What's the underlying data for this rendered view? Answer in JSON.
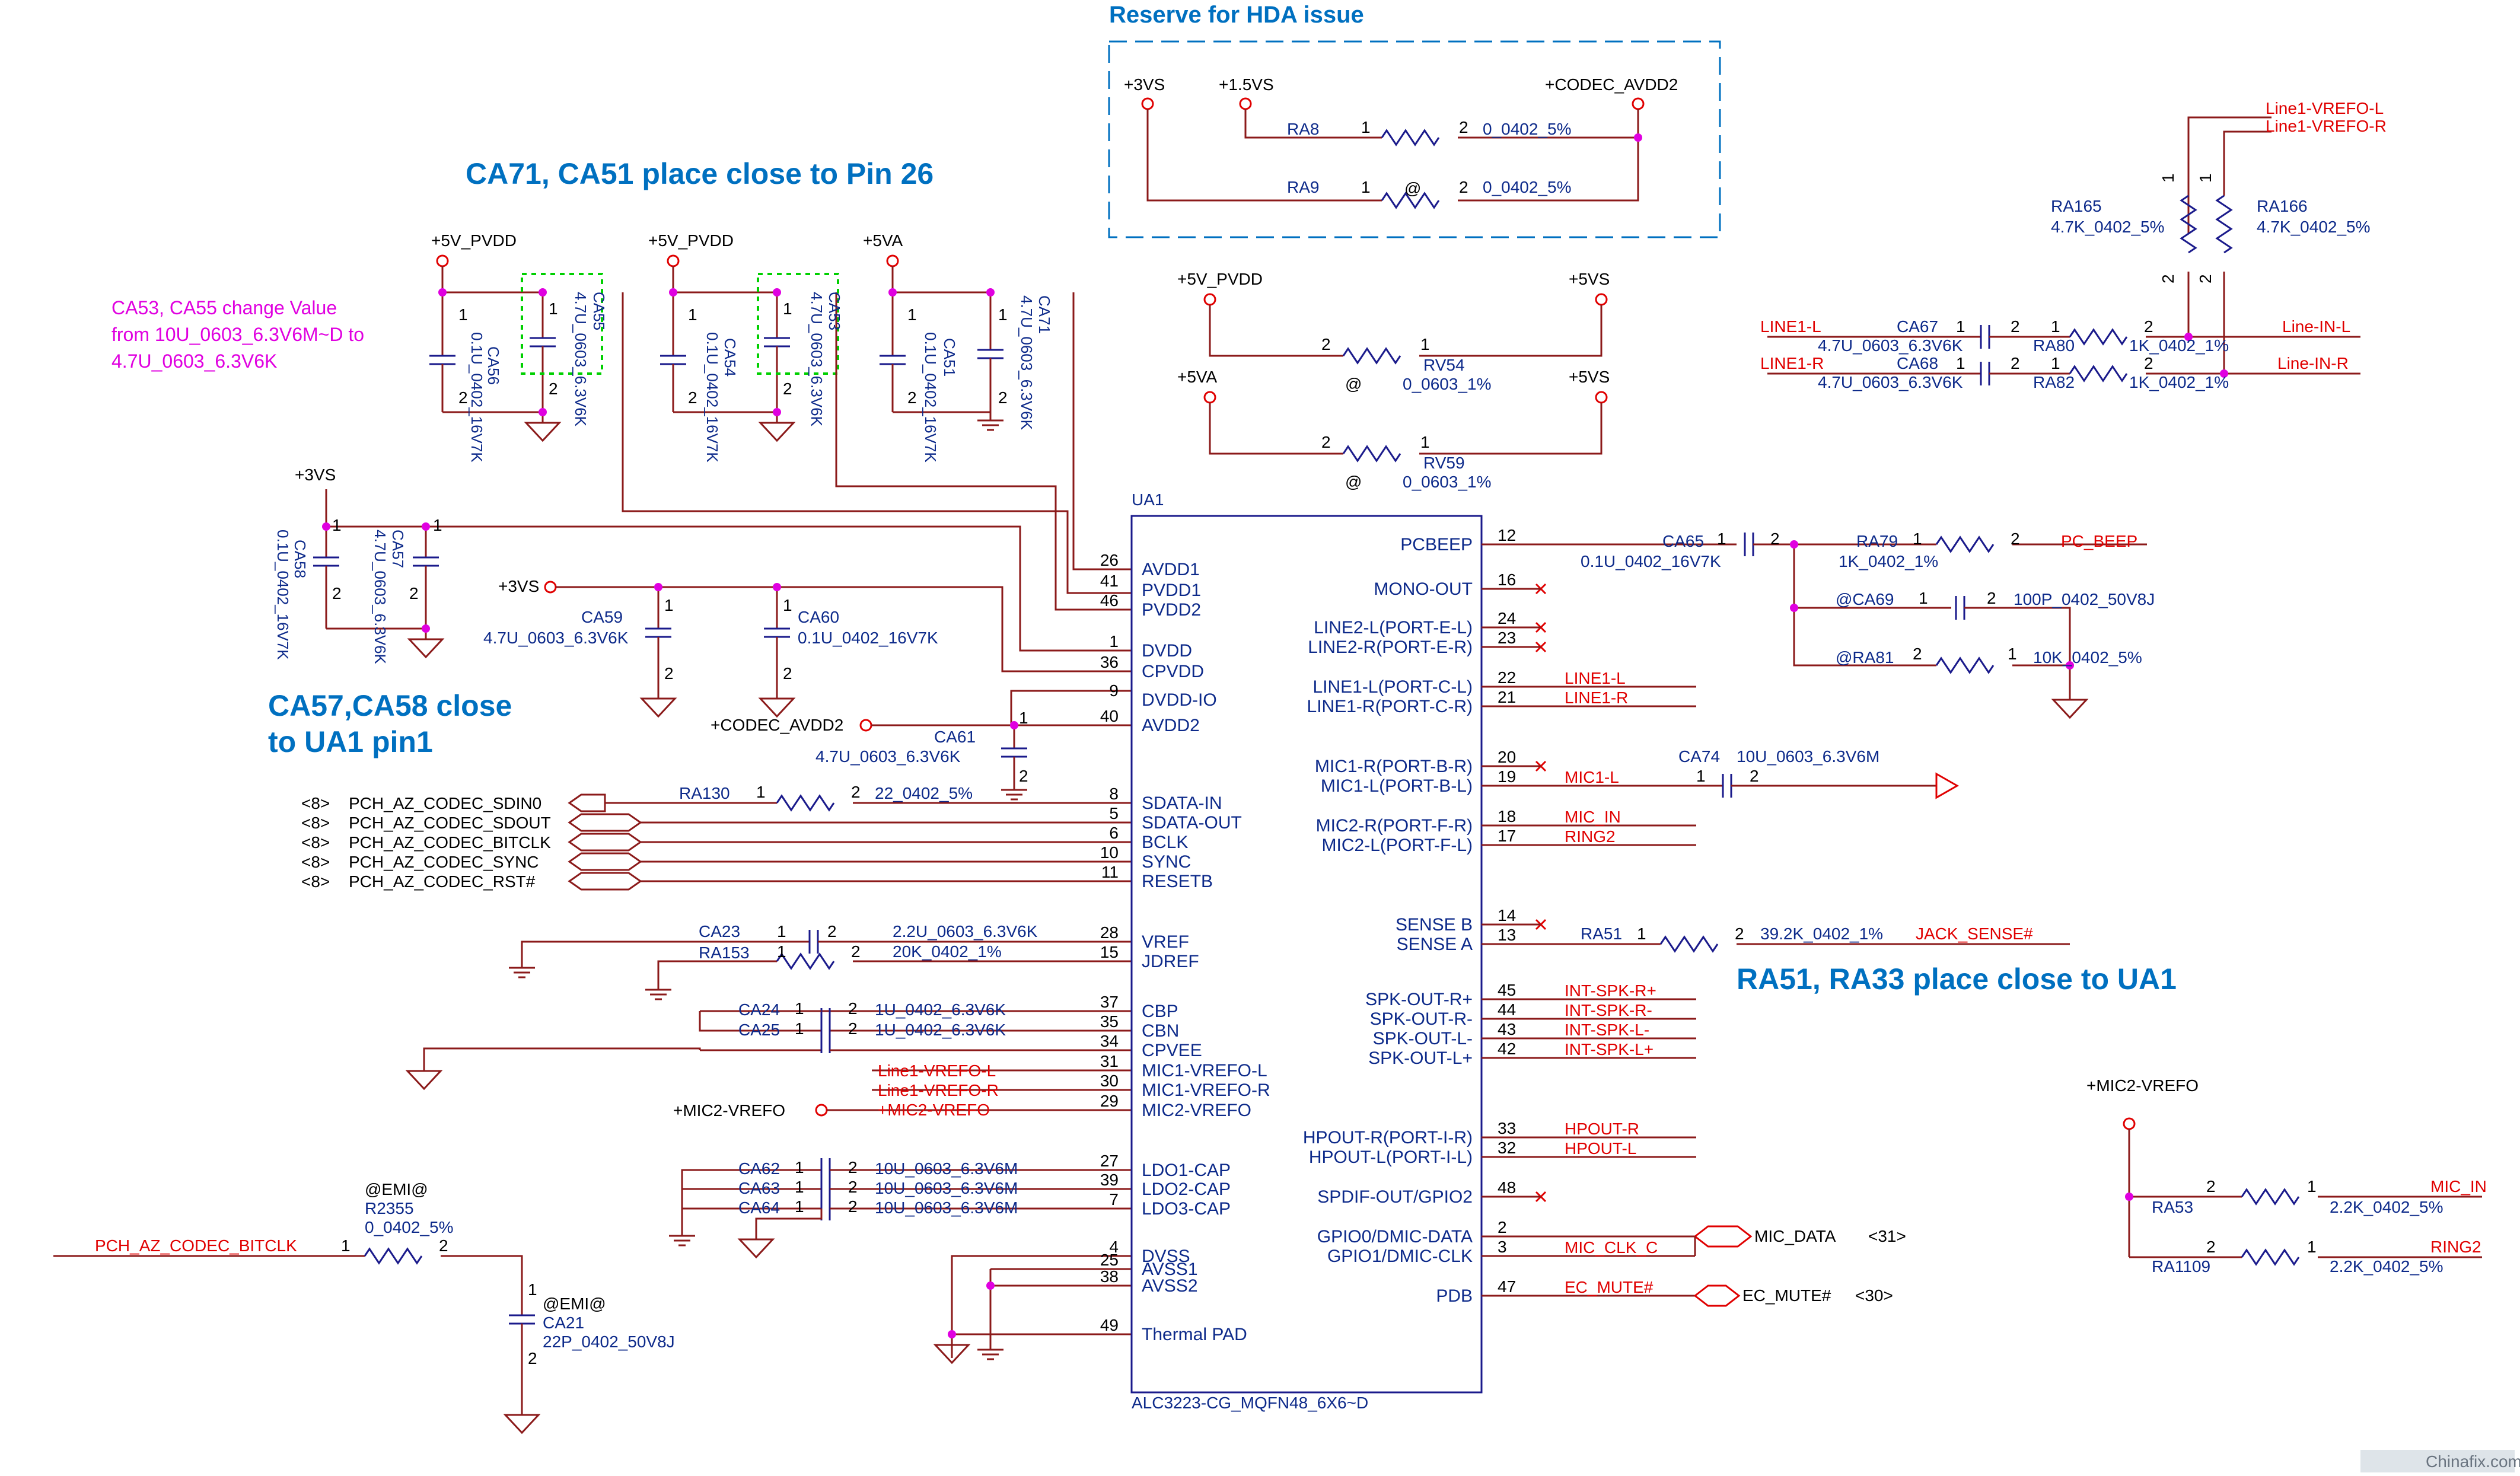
{
  "notes": {
    "reserve_hda": "Reserve for HDA issue",
    "ca71_ca51": "CA71, CA51 place close to Pin 26",
    "ca53_ca55_1": "CA53, CA55 change Value",
    "ca53_ca55_2": "from 10U_0603_6.3V6M~D to",
    "ca53_ca55_3": "4.7U_0603_6.3V6K",
    "ca57_ca58_1": "CA57,CA58 close",
    "ca57_ca58_2": "to UA1 pin1",
    "ra51_ra33": "RA51, RA33 place close to UA1",
    "watermark": "Chinafix.com"
  },
  "ic": {
    "ref": "UA1",
    "part": "ALC3223-CG_MQFN48_6X6~D",
    "left_pins": [
      {
        "num": "26",
        "name": "AVDD1"
      },
      {
        "num": "41",
        "name": "PVDD1"
      },
      {
        "num": "46",
        "name": "PVDD2"
      },
      {
        "num": "1",
        "name": "DVDD"
      },
      {
        "num": "36",
        "name": "CPVDD"
      },
      {
        "num": "9",
        "name": "DVDD-IO"
      },
      {
        "num": "40",
        "name": "AVDD2"
      },
      {
        "num": "8",
        "name": "SDATA-IN"
      },
      {
        "num": "5",
        "name": "SDATA-OUT"
      },
      {
        "num": "6",
        "name": "BCLK"
      },
      {
        "num": "10",
        "name": "SYNC"
      },
      {
        "num": "11",
        "name": "RESETB"
      },
      {
        "num": "28",
        "name": "VREF"
      },
      {
        "num": "15",
        "name": "JDREF"
      },
      {
        "num": "37",
        "name": "CBP"
      },
      {
        "num": "35",
        "name": "CBN"
      },
      {
        "num": "34",
        "name": "CPVEE"
      },
      {
        "num": "31",
        "name": "MIC1-VREFO-L"
      },
      {
        "num": "30",
        "name": "MIC1-VREFO-R"
      },
      {
        "num": "29",
        "name": "MIC2-VREFO"
      },
      {
        "num": "27",
        "name": "LDO1-CAP"
      },
      {
        "num": "39",
        "name": "LDO2-CAP"
      },
      {
        "num": "7",
        "name": "LDO3-CAP"
      },
      {
        "num": "4",
        "name": "DVSS"
      },
      {
        "num": "25",
        "name": "AVSS1"
      },
      {
        "num": "38",
        "name": "AVSS2"
      },
      {
        "num": "49",
        "name": "Thermal PAD"
      }
    ],
    "right_pins": [
      {
        "num": "12",
        "name": "PCBEEP"
      },
      {
        "num": "16",
        "name": "MONO-OUT"
      },
      {
        "num": "24",
        "name": "LINE2-L(PORT-E-L)"
      },
      {
        "num": "23",
        "name": "LINE2-R(PORT-E-R)"
      },
      {
        "num": "22",
        "name": "LINE1-L(PORT-C-L)"
      },
      {
        "num": "21",
        "name": "LINE1-R(PORT-C-R)"
      },
      {
        "num": "20",
        "name": "MIC1-R(PORT-B-R)"
      },
      {
        "num": "19",
        "name": "MIC1-L(PORT-B-L)"
      },
      {
        "num": "18",
        "name": "MIC2-R(PORT-F-R)"
      },
      {
        "num": "17",
        "name": "MIC2-L(PORT-F-L)"
      },
      {
        "num": "14",
        "name": "SENSE B"
      },
      {
        "num": "13",
        "name": "SENSE A"
      },
      {
        "num": "45",
        "name": "SPK-OUT-R+"
      },
      {
        "num": "44",
        "name": "SPK-OUT-R-"
      },
      {
        "num": "43",
        "name": "SPK-OUT-L-"
      },
      {
        "num": "42",
        "name": "SPK-OUT-L+"
      },
      {
        "num": "33",
        "name": "HPOUT-R(PORT-I-R)"
      },
      {
        "num": "32",
        "name": "HPOUT-L(PORT-I-L)"
      },
      {
        "num": "48",
        "name": "SPDIF-OUT/GPIO2"
      },
      {
        "num": "2",
        "name": "GPIO0/DMIC-DATA"
      },
      {
        "num": "3",
        "name": "GPIO1/DMIC-CLK"
      },
      {
        "num": "47",
        "name": "PDB"
      }
    ]
  },
  "rails": {
    "v3vs": "+3VS",
    "v15vs": "+1.5VS",
    "codec_avdd2": "+CODEC_AVDD2",
    "v5pvdd": "+5V_PVDD",
    "v5va": "+5VA",
    "v5vs": "+5VS",
    "mic2_vrefo": "+MIC2-VREFO"
  },
  "parts": {
    "ra8": "RA8",
    "ra9": "RA9",
    "r0402_5": "0_0402_5%",
    "rv54": "RV54",
    "rv59": "RV59",
    "r0603_1": "0_0603_1%",
    "at": "@",
    "emi": "@EMI@",
    "ca56": "CA56",
    "ca55": "CA55",
    "ca54": "CA54",
    "ca53": "CA53",
    "ca51": "CA51",
    "ca71": "CA71",
    "ca58": "CA58",
    "ca57": "CA57",
    "ca59": "CA59",
    "ca60": "CA60",
    "ca61": "CA61",
    "v_01u_16": "0.1U_0402_16V7K",
    "v_47u": "4.7U_0603_6.3V6K",
    "ra130": "RA130",
    "ra130_val": "22_0402_5%",
    "ca23": "CA23",
    "ca23_val": "2.2U_0603_6.3V6K",
    "ra153": "RA153",
    "ra153_val": "20K_0402_1%",
    "ca24": "CA24",
    "ca25": "CA25",
    "v_1u": "1U_0402_6.3V6K",
    "ca62": "CA62",
    "ca63": "CA63",
    "ca64": "CA64",
    "v_10u": "10U_0603_6.3V6M",
    "r2355": "R2355",
    "r2355_val": "0_0402_5%",
    "ca21": "CA21",
    "ca21_val": "22P_0402_50V8J",
    "ca65": "CA65",
    "ca65_val": "0.1U_0402_16V7K",
    "ra79": "RA79",
    "ra79_val": "1K_0402_1%",
    "ca69": "@CA69",
    "ca69_val": "100P_0402_50V8J",
    "ra81": "@RA81",
    "ra81_val": "10K_0402_5%",
    "ca74": "CA74",
    "ca74_val": "10U_0603_6.3V6M",
    "ra51": "RA51",
    "ra51_val": "39.2K_0402_1%",
    "ra165": "RA165",
    "ra166": "RA166",
    "v_47k": "4.7K_0402_5%",
    "ca67": "CA67",
    "ca68": "CA68",
    "ra80": "RA80",
    "ra82": "RA82",
    "v_1k": "1K_0402_1%",
    "ra53": "RA53",
    "ra1109": "RA1109",
    "v_22k": "2.2K_0402_5%"
  },
  "nets": {
    "line1_vrefo_l": "Line1-VREFO-L",
    "line1_vrefo_r": "Line1-VREFO-R",
    "mic2_vrefo": "+MIC2-VREFO",
    "line1_l": "LINE1-L",
    "line1_r": "LINE1-R",
    "line_in_l": "Line-IN-L",
    "line_in_r": "Line-IN-R",
    "pc_beep": "PC_BEEP",
    "mic1_l": "MIC1-L",
    "mic_in": "MIC_IN",
    "ring2": "RING2",
    "jack_sense": "JACK_SENSE#",
    "spk_rp": "INT-SPK-R+",
    "spk_rn": "INT-SPK-R-",
    "spk_ln": "INT-SPK-L-",
    "spk_lp": "INT-SPK-L+",
    "hpout_r": "HPOUT-R",
    "hpout_l": "HPOUT-L",
    "mic_clk_c": "MIC_CLK_C",
    "ec_mute": "EC_MUTE#",
    "mic_data": "MIC_DATA",
    "mic_data_ref": "<31>",
    "ec_mute_ref": "<30>",
    "mic_in_out": "MIC_IN",
    "ring2_out": "RING2",
    "pch_bitclk": "PCH_AZ_CODEC_BITCLK"
  },
  "hda_bus": [
    {
      "ref": "<8>",
      "net": "PCH_AZ_CODEC_SDIN0"
    },
    {
      "ref": "<8>",
      "net": "PCH_AZ_CODEC_SDOUT"
    },
    {
      "ref": "<8>",
      "net": "PCH_AZ_CODEC_BITCLK"
    },
    {
      "ref": "<8>",
      "net": "PCH_AZ_CODEC_SYNC"
    },
    {
      "ref": "<8>",
      "net": "PCH_AZ_CODEC_RST#"
    }
  ],
  "pin_numbers": {
    "one": "1",
    "two": "2"
  }
}
